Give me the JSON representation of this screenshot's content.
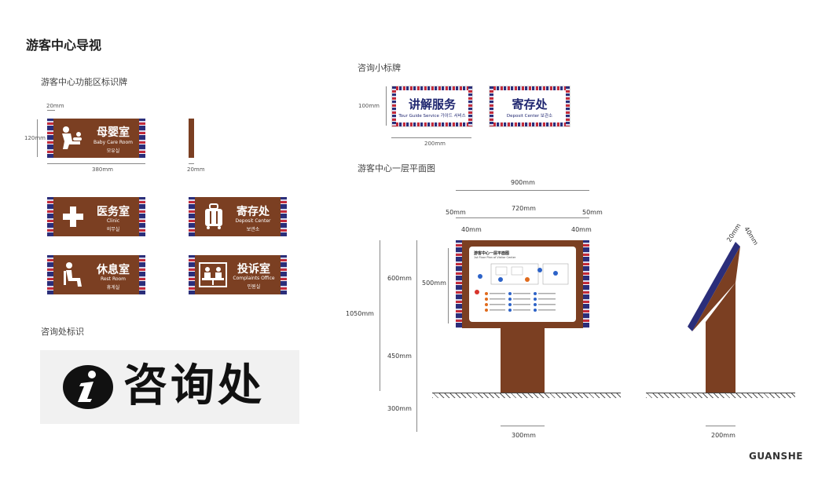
{
  "page_title": "游客中心导视",
  "brand": "GUANSHE",
  "sections": {
    "function_signs": "游客中心功能区标识牌",
    "inquiry_mark": "咨询处标识",
    "small_signs": "咨询小标牌",
    "floor_plan": "游客中心一层平面图"
  },
  "function_signs": [
    {
      "cn": "母婴室",
      "en": "Baby Care Room",
      "ko": "모유실",
      "icon": "baby-care-icon"
    },
    {
      "cn": "医务室",
      "en": "Clinic",
      "ko": "의무실",
      "icon": "medical-cross-icon"
    },
    {
      "cn": "寄存处",
      "en": "Deposit Center",
      "ko": "보관소",
      "icon": "luggage-icon"
    },
    {
      "cn": "休息室",
      "en": "Rest Room",
      "ko": "휴게실",
      "icon": "rest-seat-icon"
    },
    {
      "cn": "投诉室",
      "en": "Complaints Office",
      "ko": "민원실",
      "icon": "complaints-desk-icon"
    }
  ],
  "function_dims": {
    "top": "20mm",
    "height": "120mm",
    "width": "380mm",
    "thickness": "20mm"
  },
  "inquiry": {
    "text": "咨询处",
    "icon": "info-i-icon"
  },
  "small_signs": [
    {
      "cn": "讲解服务",
      "en": "Tour Guide Service 가이드 서비스"
    },
    {
      "cn": "寄存处",
      "en": "Deposit Center 보관소"
    }
  ],
  "small_dims": {
    "height": "100mm",
    "width": "200mm"
  },
  "floor_dims": {
    "total_width": "900mm",
    "inner_width": "720mm",
    "margin_left": "50mm",
    "margin_right": "50mm",
    "pad_left": "40mm",
    "pad_right": "40mm",
    "board_h": "600mm",
    "map_h": "500mm",
    "total_h": "1050mm",
    "post_h": "450mm",
    "base_h": "300mm",
    "post_w": "300mm",
    "side_w": "200mm",
    "side_a": "20mm",
    "side_b": "40mm"
  },
  "map_panel": {
    "title": "游客中心一层平面图",
    "subtitle": "1st Floor Plan of Visitor Center"
  }
}
